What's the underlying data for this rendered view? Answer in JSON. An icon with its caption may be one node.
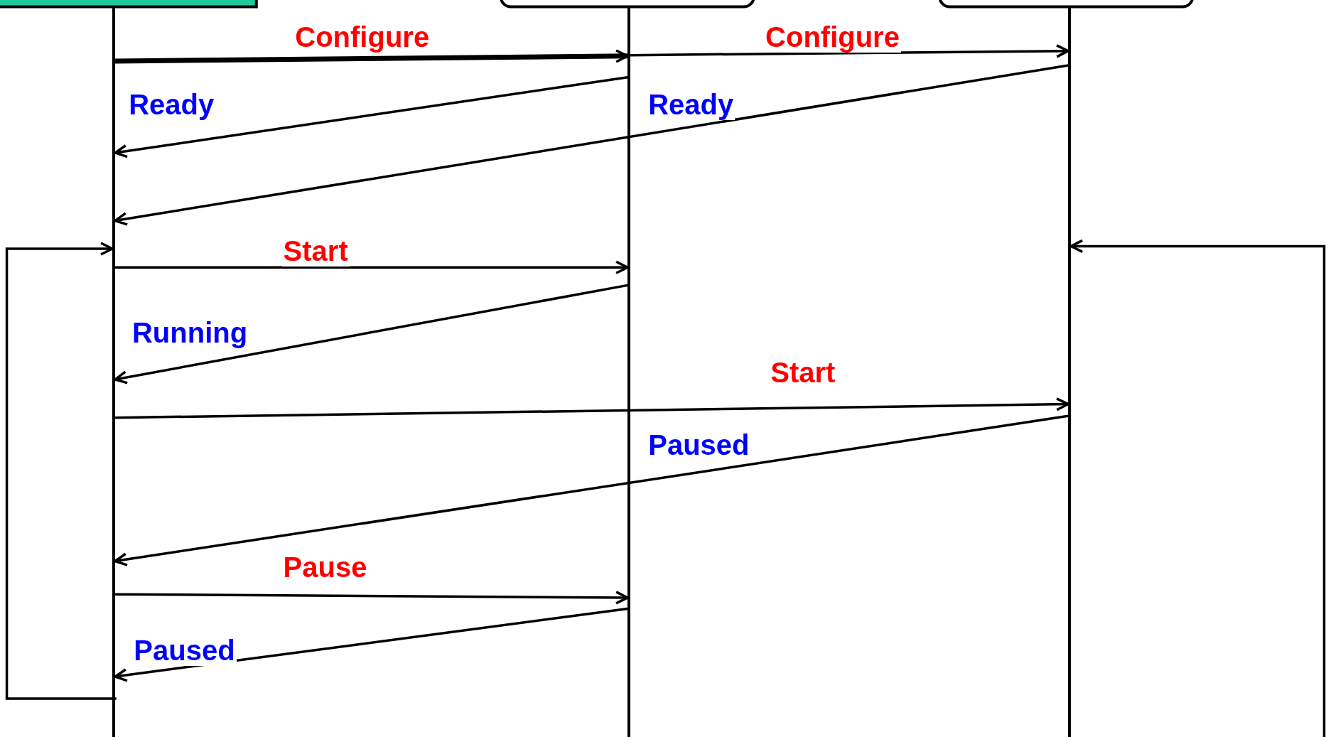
{
  "diagram": {
    "nodes": [
      {
        "text": [],
        "shape": "bar"
      },
      {
        "text": [],
        "shape": "bar"
      },
      {
        "text": [],
        "shape": "bar"
      }
    ],
    "edges": [
      {
        "from": 0,
        "to": 1,
        "arrow": "to",
        "label": "Configure",
        "style": "thick"
      },
      {
        "from": 1,
        "to": 2,
        "arrow": "to",
        "label": "Configure"
      },
      {
        "from": 1,
        "to": 0,
        "arrow": "to",
        "label": "Ready"
      },
      {
        "from": 2,
        "to": 0,
        "arrow": "to",
        "label": "Ready"
      },
      {
        "from": 0,
        "to": 1,
        "arrow": "to",
        "label": "Start"
      },
      {
        "from": 1,
        "to": 0,
        "arrow": "to",
        "label": "Running"
      },
      {
        "from": 0,
        "to": 2,
        "arrow": "to",
        "label": "Start"
      },
      {
        "from": 2,
        "to": 0,
        "arrow": "to",
        "label": "Paused"
      },
      {
        "from": 0,
        "to": 1,
        "arrow": "to",
        "label": "Pause"
      },
      {
        "from": 1,
        "to": 0,
        "arrow": "to",
        "label": "Paused"
      },
      {
        "from": 0,
        "to": 0,
        "arrow": "to"
      },
      {
        "from": null,
        "to": 2,
        "arrow": "to"
      }
    ]
  }
}
